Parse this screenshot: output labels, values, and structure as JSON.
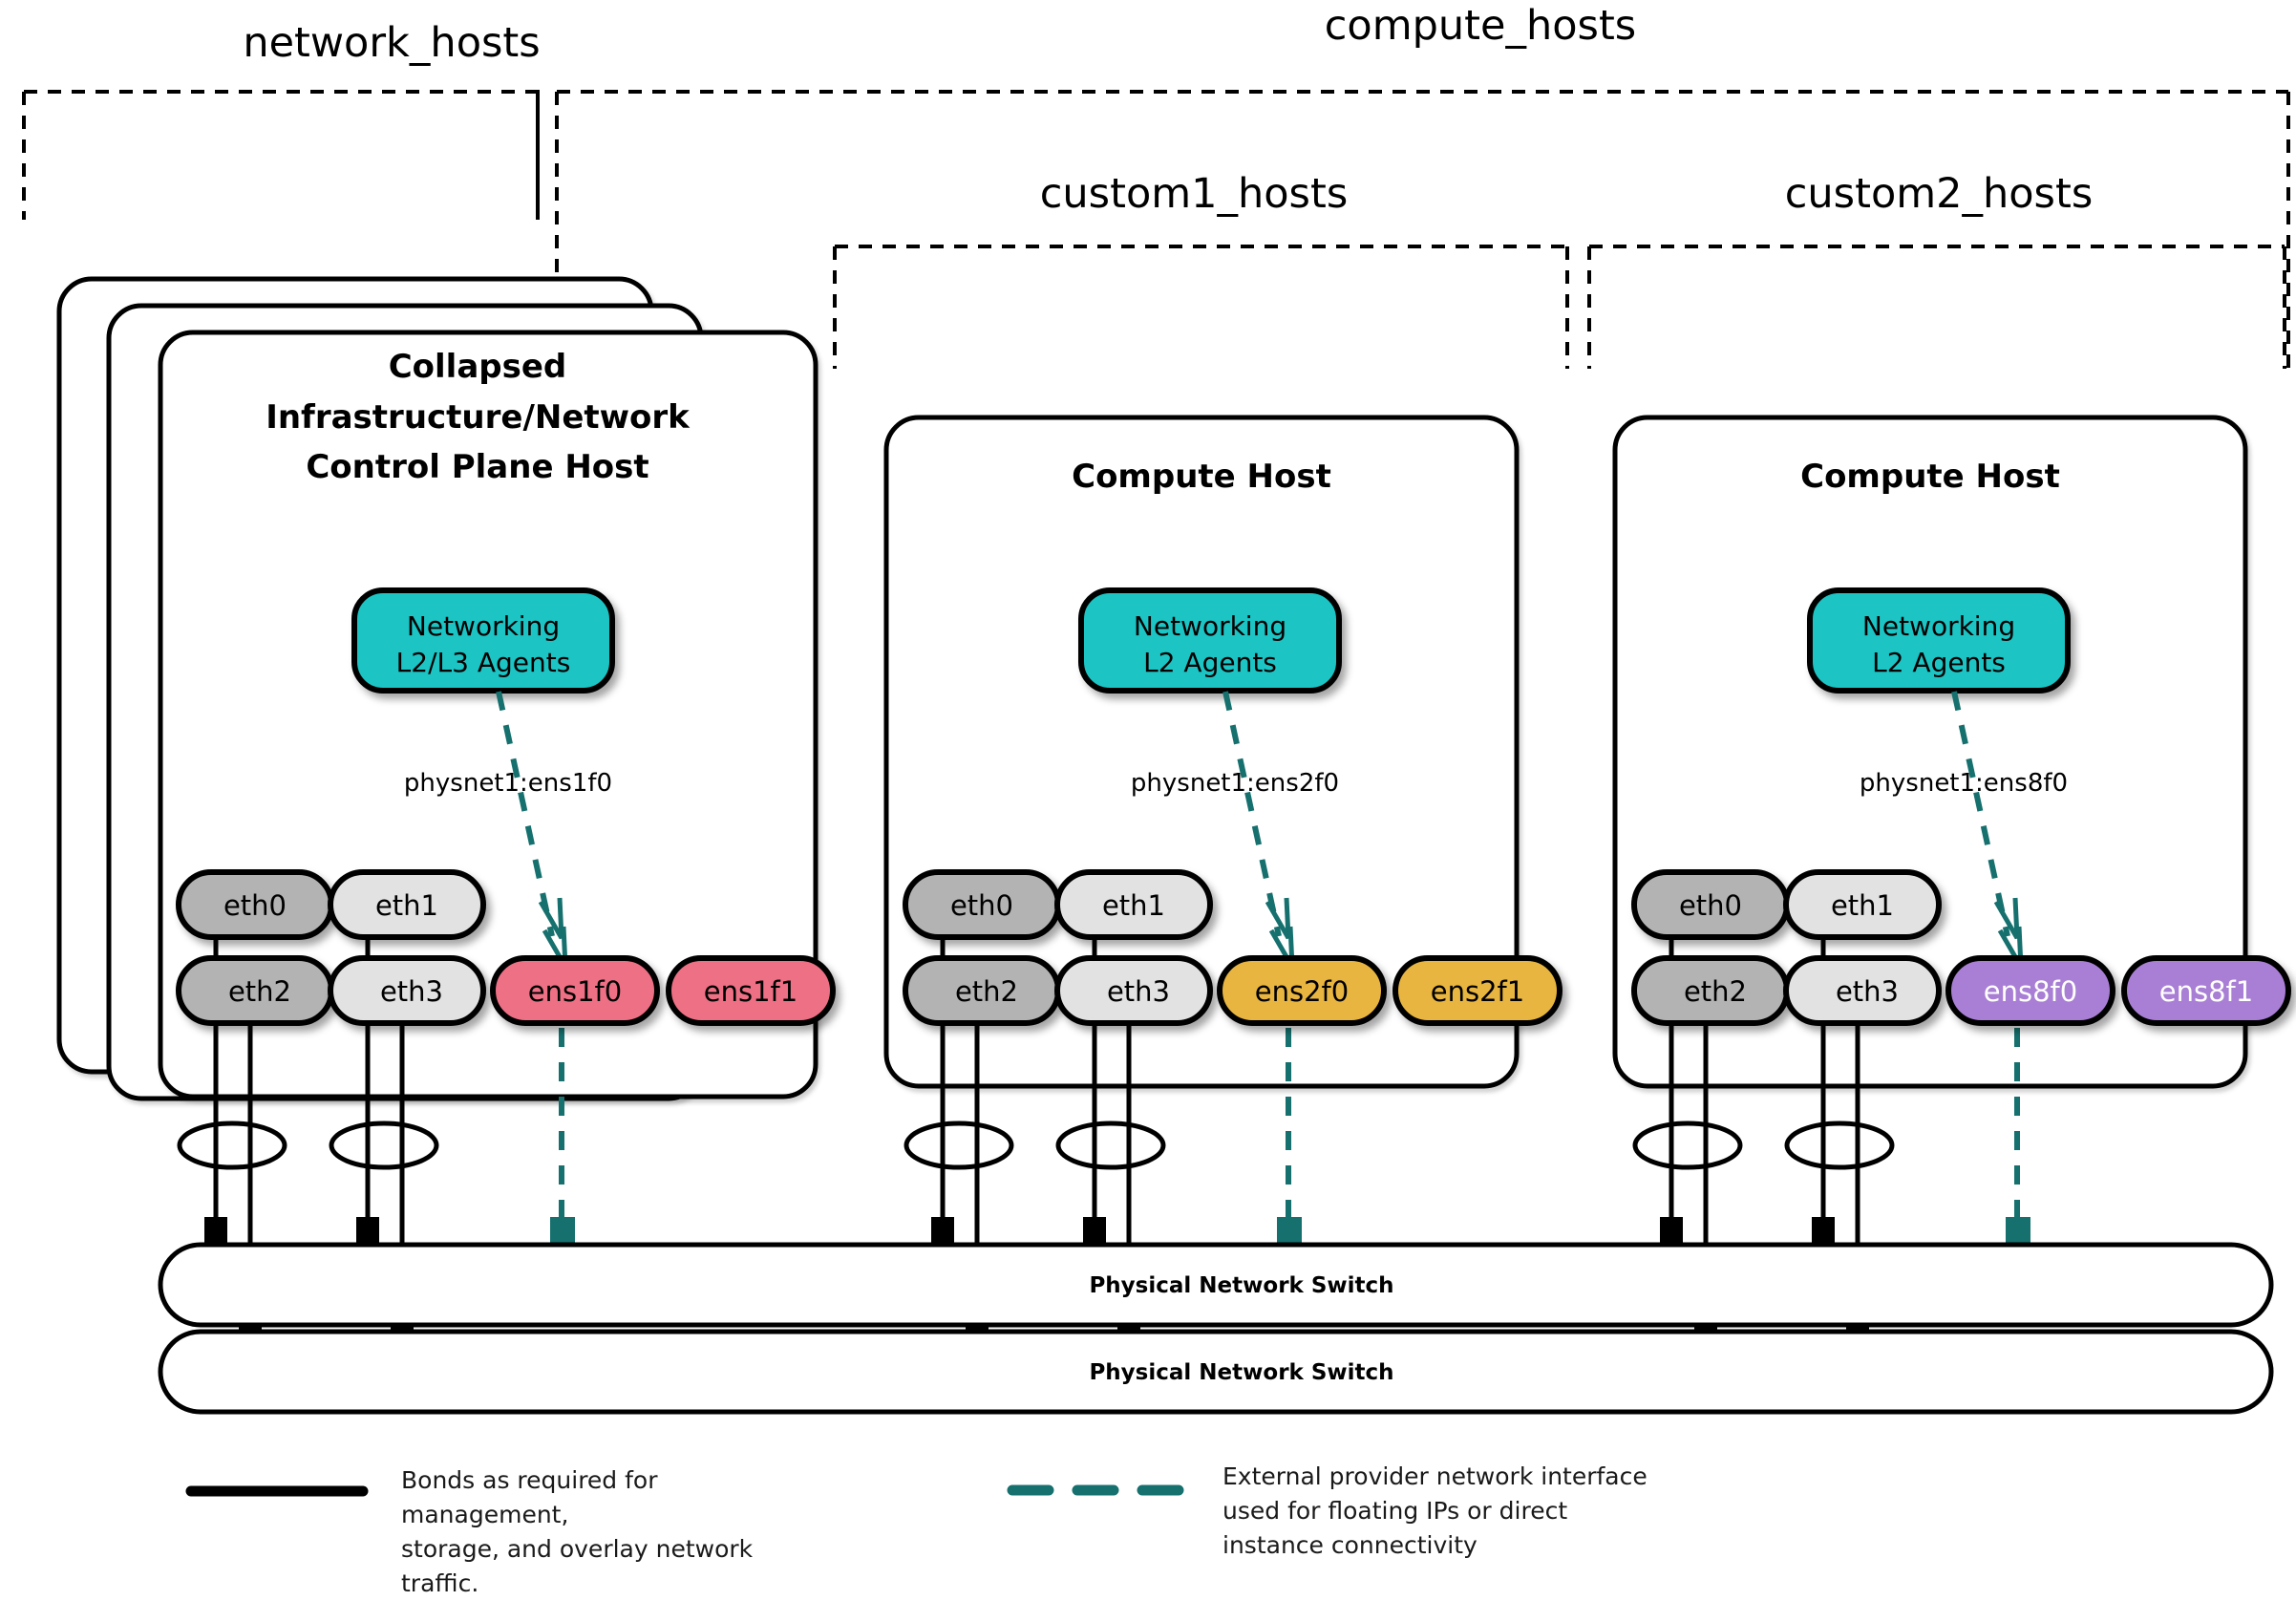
{
  "groups": [
    {
      "id": "network_hosts",
      "label": "network_hosts"
    },
    {
      "id": "compute_hosts",
      "label": "compute_hosts"
    },
    {
      "id": "custom1_hosts",
      "label": "custom1_hosts"
    },
    {
      "id": "custom2_hosts",
      "label": "custom2_hosts"
    }
  ],
  "hosts": [
    {
      "id": "control-plane-host",
      "title_lines": [
        "Collapsed",
        "Infrastructure/Network",
        "Control Plane Host"
      ],
      "stacked": true,
      "agent": {
        "lines": [
          "Networking",
          "L2/L3 Agents"
        ],
        "color": "#1ac4c4"
      },
      "physnet_label": "physnet1:ens1f0",
      "nics_top": [
        {
          "name": "eth0",
          "color": "#b3b3b3",
          "text_color": "#000000"
        },
        {
          "name": "eth1",
          "color": "#e2e2e2",
          "text_color": "#000000"
        }
      ],
      "nics_bottom": [
        {
          "name": "eth2",
          "color": "#b3b3b3",
          "text_color": "#000000"
        },
        {
          "name": "eth3",
          "color": "#e2e2e2",
          "text_color": "#000000"
        },
        {
          "name": "ens1f0",
          "color": "#ee6f85",
          "text_color": "#000000"
        },
        {
          "name": "ens1f1",
          "color": "#ee6f85",
          "text_color": "#000000"
        }
      ]
    },
    {
      "id": "compute-host-1",
      "title_lines": [
        "Compute Host"
      ],
      "stacked": false,
      "agent": {
        "lines": [
          "Networking",
          "L2 Agents"
        ],
        "color": "#1ac4c4"
      },
      "physnet_label": "physnet1:ens2f0",
      "nics_top": [
        {
          "name": "eth0",
          "color": "#b3b3b3",
          "text_color": "#000000"
        },
        {
          "name": "eth1",
          "color": "#e2e2e2",
          "text_color": "#000000"
        }
      ],
      "nics_bottom": [
        {
          "name": "eth2",
          "color": "#b3b3b3",
          "text_color": "#000000"
        },
        {
          "name": "eth3",
          "color": "#e2e2e2",
          "text_color": "#000000"
        },
        {
          "name": "ens2f0",
          "color": "#e8b53f",
          "text_color": "#000000"
        },
        {
          "name": "ens2f1",
          "color": "#e8b53f",
          "text_color": "#000000"
        }
      ]
    },
    {
      "id": "compute-host-2",
      "title_lines": [
        "Compute Host"
      ],
      "stacked": false,
      "agent": {
        "lines": [
          "Networking",
          "L2 Agents"
        ],
        "color": "#1ac4c4"
      },
      "physnet_label": "physnet1:ens8f0",
      "nics_top": [
        {
          "name": "eth0",
          "color": "#b3b3b3",
          "text_color": "#000000"
        },
        {
          "name": "eth1",
          "color": "#e2e2e2",
          "text_color": "#000000"
        }
      ],
      "nics_bottom": [
        {
          "name": "eth2",
          "color": "#b3b3b3",
          "text_color": "#000000"
        },
        {
          "name": "eth3",
          "color": "#e2e2e2",
          "text_color": "#000000"
        },
        {
          "name": "ens8f0",
          "color": "#a87fd4",
          "text_color": "#ffffff"
        },
        {
          "name": "ens8f1",
          "color": "#a87fd4",
          "text_color": "#ffffff"
        }
      ]
    }
  ],
  "switches": [
    {
      "id": "switch-top",
      "label": "Physical Network Switch"
    },
    {
      "id": "switch-bottom",
      "label": "Physical Network Switch"
    }
  ],
  "legend": [
    {
      "id": "legend-bond",
      "style": "solid",
      "color": "#000000",
      "lines": [
        "Bonds as required for management,",
        "storage, and overlay network traffic."
      ]
    },
    {
      "id": "legend-provider",
      "style": "dashed",
      "color": "#15706e",
      "lines": [
        "External provider network interface",
        "used for floating IPs or direct",
        "instance connectivity"
      ]
    }
  ],
  "colors": {
    "teal_accent": "#15706e",
    "agent_cyan": "#1ac4c4",
    "nic_dark_gray": "#b3b3b3",
    "nic_light_gray": "#e2e2e2",
    "nic_pink": "#ee6f85",
    "nic_amber": "#e8b53f",
    "nic_purple": "#a87fd4",
    "outline": "#000000",
    "background": "#ffffff"
  }
}
